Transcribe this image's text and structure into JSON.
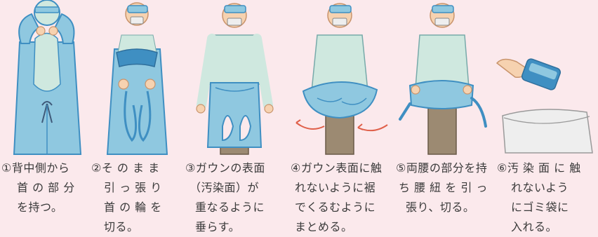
{
  "colors": {
    "background": "#fbe9ec",
    "gown": "#8fc8e0",
    "gown_dark": "#3f8fc2",
    "shirt": "#cfe8df",
    "skin": "#f6d2b0",
    "hair": "#5a4033",
    "pants": "#9c8a72",
    "bag": "#eeeeee",
    "arrow": "#e0604a"
  },
  "steps": [
    {
      "number": "①",
      "lines": [
        "背中側から",
        "首 の 部 分",
        "を持つ。"
      ],
      "icon": "gown-hold-neck-illustration"
    },
    {
      "number": "②",
      "lines": [
        "そ の ま ま",
        "引 っ 張 り",
        "首 の 輪 を",
        "切る。"
      ],
      "icon": "gown-pull-neck-illustration"
    },
    {
      "number": "③",
      "lines": [
        "ガウンの表面",
        "（汚染面）が",
        "重なるように",
        "垂らす。"
      ],
      "icon": "gown-drape-illustration"
    },
    {
      "number": "④",
      "lines": [
        "ガウン表面に触",
        "れないように裾",
        "でくるむように",
        "まとめる。"
      ],
      "icon": "gown-wrap-illustration"
    },
    {
      "number": "⑤",
      "lines": [
        "両腰の部分を持",
        "ち 腰 紐 を 引 っ",
        "張り、切る。"
      ],
      "icon": "gown-waist-tie-illustration"
    },
    {
      "number": "⑥",
      "lines": [
        "汚 染 面 に 触",
        "れないよう",
        "にゴミ袋に",
        "入れる。"
      ],
      "icon": "trash-bag-illustration"
    }
  ]
}
